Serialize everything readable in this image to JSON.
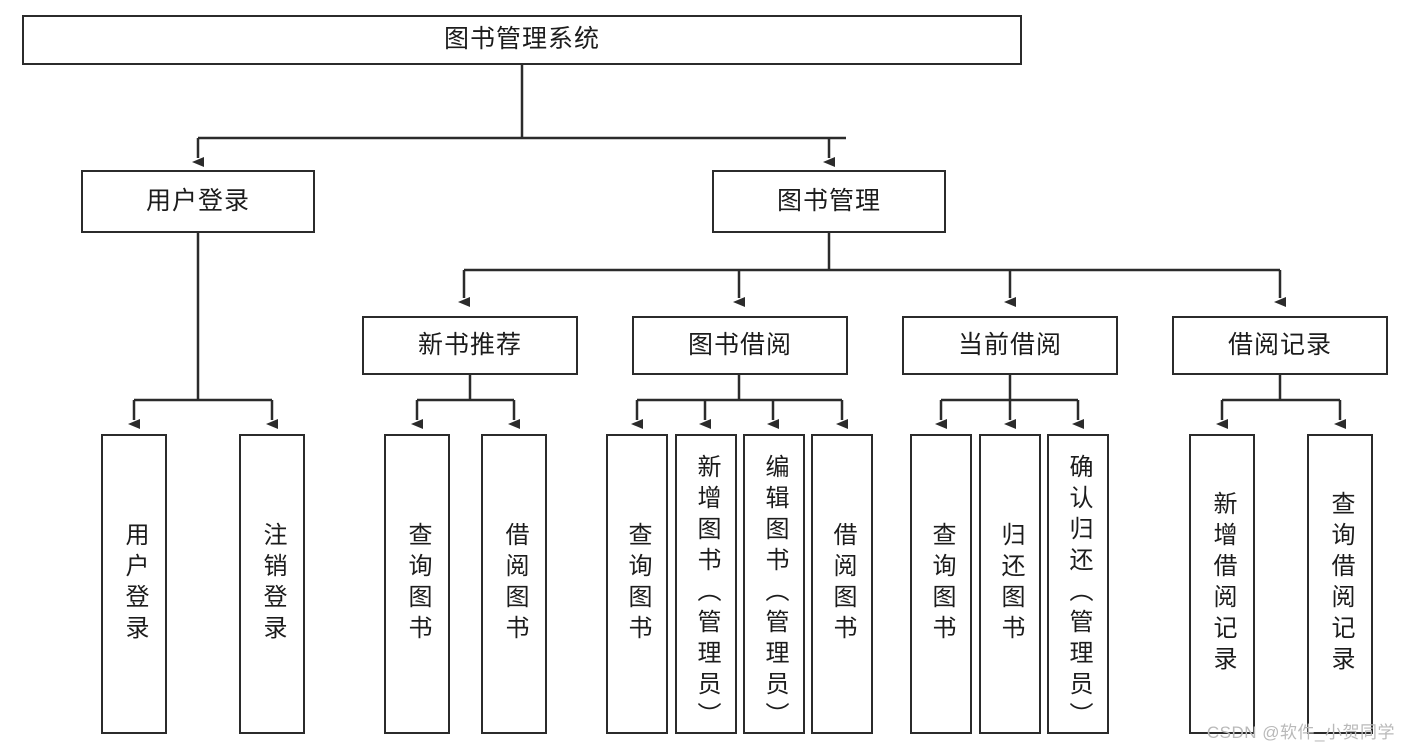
{
  "diagram": {
    "type": "hierarchy-tree",
    "title": "图书管理系统",
    "watermark": "CSDN @软件_小贺同学",
    "colors": {
      "stroke": "#2b2b2b",
      "fill": "#ffffff",
      "text": "#1c1c1c",
      "watermark": "#b9b9b9"
    },
    "nodes": {
      "root": {
        "label": "图书管理系统",
        "orientation": "horizontal"
      },
      "level2": [
        {
          "id": "user-login",
          "label": "用户登录",
          "orientation": "horizontal"
        },
        {
          "id": "book-manage",
          "label": "图书管理",
          "orientation": "horizontal"
        }
      ],
      "level3": [
        {
          "id": "new-book-rec",
          "label": "新书推荐",
          "orientation": "horizontal"
        },
        {
          "id": "book-borrow",
          "label": "图书借阅",
          "orientation": "horizontal"
        },
        {
          "id": "current-borrow",
          "label": "当前借阅",
          "orientation": "horizontal"
        },
        {
          "id": "borrow-record",
          "label": "借阅记录",
          "orientation": "horizontal"
        }
      ],
      "leaves": [
        {
          "id": "leaf-user-login",
          "label": "用户登录",
          "parent": "user-login",
          "orientation": "vertical"
        },
        {
          "id": "leaf-user-logout",
          "label": "注销登录",
          "parent": "user-login",
          "orientation": "vertical"
        },
        {
          "id": "leaf-query-book-1",
          "label": "查询图书",
          "parent": "new-book-rec",
          "orientation": "vertical"
        },
        {
          "id": "leaf-borrow-book-1",
          "label": "借阅图书",
          "parent": "new-book-rec",
          "orientation": "vertical"
        },
        {
          "id": "leaf-query-book-2",
          "label": "查询图书",
          "parent": "book-borrow",
          "orientation": "vertical"
        },
        {
          "id": "leaf-add-book",
          "label": "新增图书（管理员）",
          "parent": "book-borrow",
          "orientation": "vertical"
        },
        {
          "id": "leaf-edit-book",
          "label": "编辑图书（管理员）",
          "parent": "book-borrow",
          "orientation": "vertical"
        },
        {
          "id": "leaf-borrow-book-2",
          "label": "借阅图书",
          "parent": "book-borrow",
          "orientation": "vertical"
        },
        {
          "id": "leaf-query-book-3",
          "label": "查询图书",
          "parent": "current-borrow",
          "orientation": "vertical"
        },
        {
          "id": "leaf-return-book",
          "label": "归还图书",
          "parent": "current-borrow",
          "orientation": "vertical"
        },
        {
          "id": "leaf-confirm-return",
          "label": "确认归还（管理员）",
          "parent": "current-borrow",
          "orientation": "vertical"
        },
        {
          "id": "leaf-add-record",
          "label": "新增借阅记录",
          "parent": "borrow-record",
          "orientation": "vertical"
        },
        {
          "id": "leaf-query-record",
          "label": "查询借阅记录",
          "parent": "borrow-record",
          "orientation": "vertical"
        }
      ]
    }
  }
}
